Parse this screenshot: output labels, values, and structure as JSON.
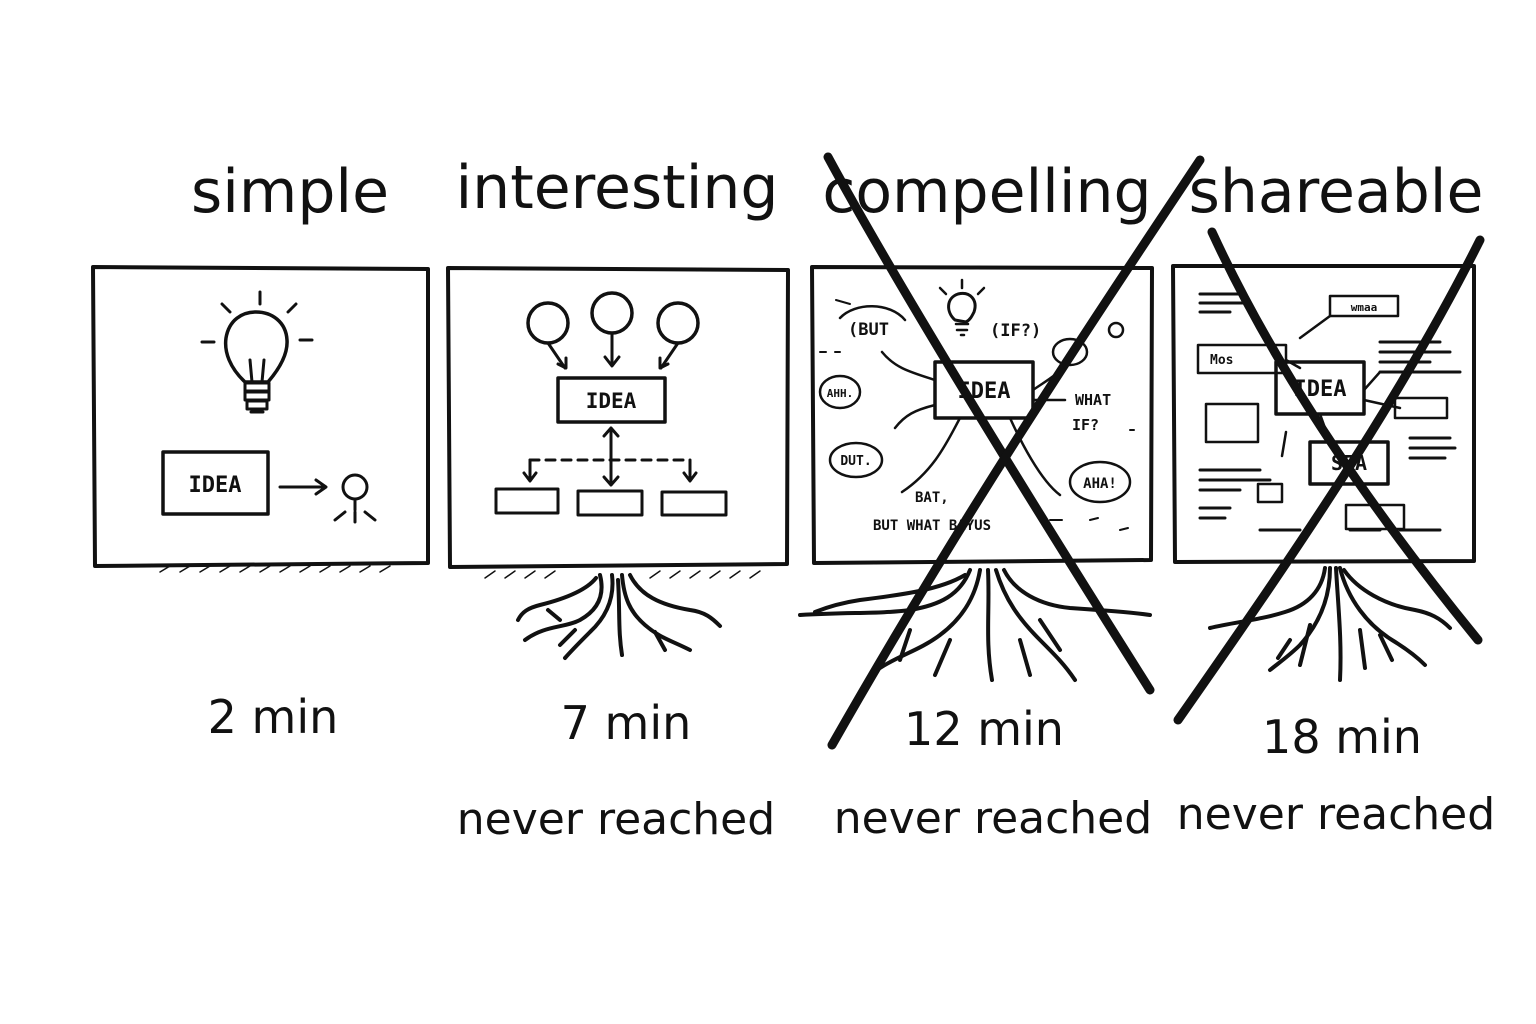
{
  "stages": [
    {
      "title": "simple",
      "duration": "2 min",
      "note": "",
      "crossed": false,
      "panel": {
        "idea_label": "IDEA"
      }
    },
    {
      "title": "interesting",
      "duration": "7 min",
      "note": "never reached",
      "crossed": false,
      "panel": {
        "idea_label": "IDEA"
      }
    },
    {
      "title": "compelling",
      "duration": "12 min",
      "note": "never reached",
      "crossed": true,
      "panel": {
        "idea_label": "IDEA",
        "bubbles": [
          "(BUT",
          "(IF?)",
          "AHH.",
          "DUT.",
          "AHA!",
          "WHAT",
          "IF?",
          "BAT,",
          "BUT WHAT BAYUS"
        ]
      }
    },
    {
      "title": "shareable",
      "duration": "18 min",
      "note": "never reached",
      "crossed": true,
      "panel": {
        "idea_label": "IDEA",
        "sub_label": "SEA",
        "tags": [
          "Mos",
          "wmaa"
        ]
      }
    }
  ]
}
